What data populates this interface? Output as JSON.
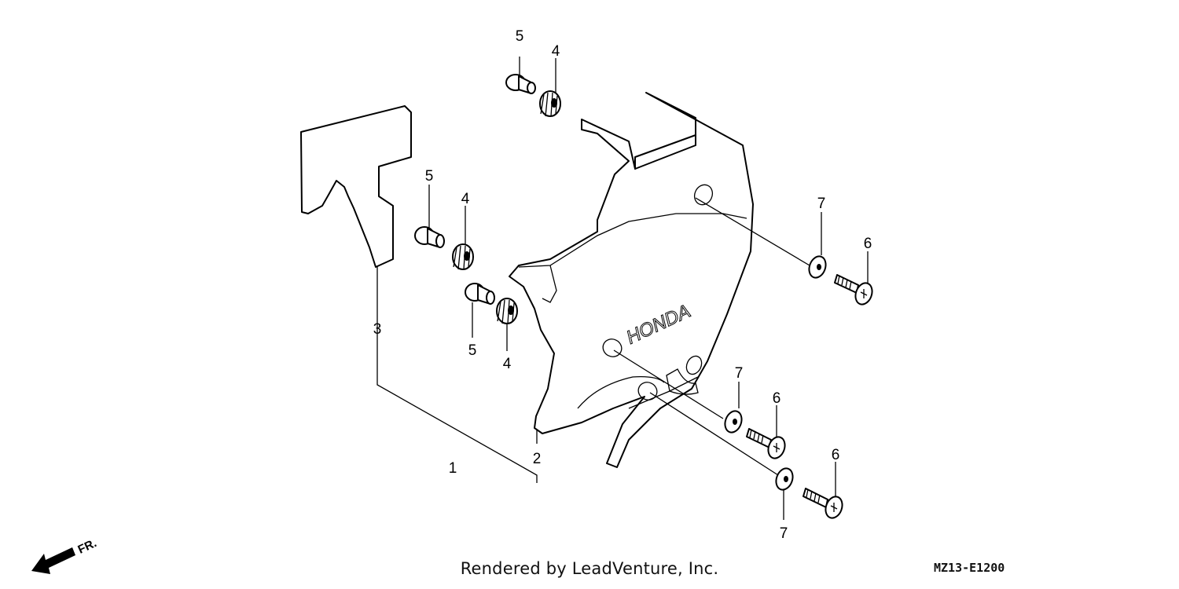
{
  "diagram": {
    "brand_mark": "HONDA",
    "direction_label": "FR.",
    "callouts": {
      "c1": "1",
      "c2": "2",
      "c3": "3",
      "c4a": "4",
      "c4b": "4",
      "c4c": "4",
      "c5a": "5",
      "c5b": "5",
      "c5c": "5",
      "c6a": "6",
      "c6b": "6",
      "c6c": "6",
      "c7a": "7",
      "c7b": "7",
      "c7c": "7"
    }
  },
  "footer": {
    "credit": "Rendered by LeadVenture, Inc.",
    "diagram_code": "MZ13-E1200"
  }
}
